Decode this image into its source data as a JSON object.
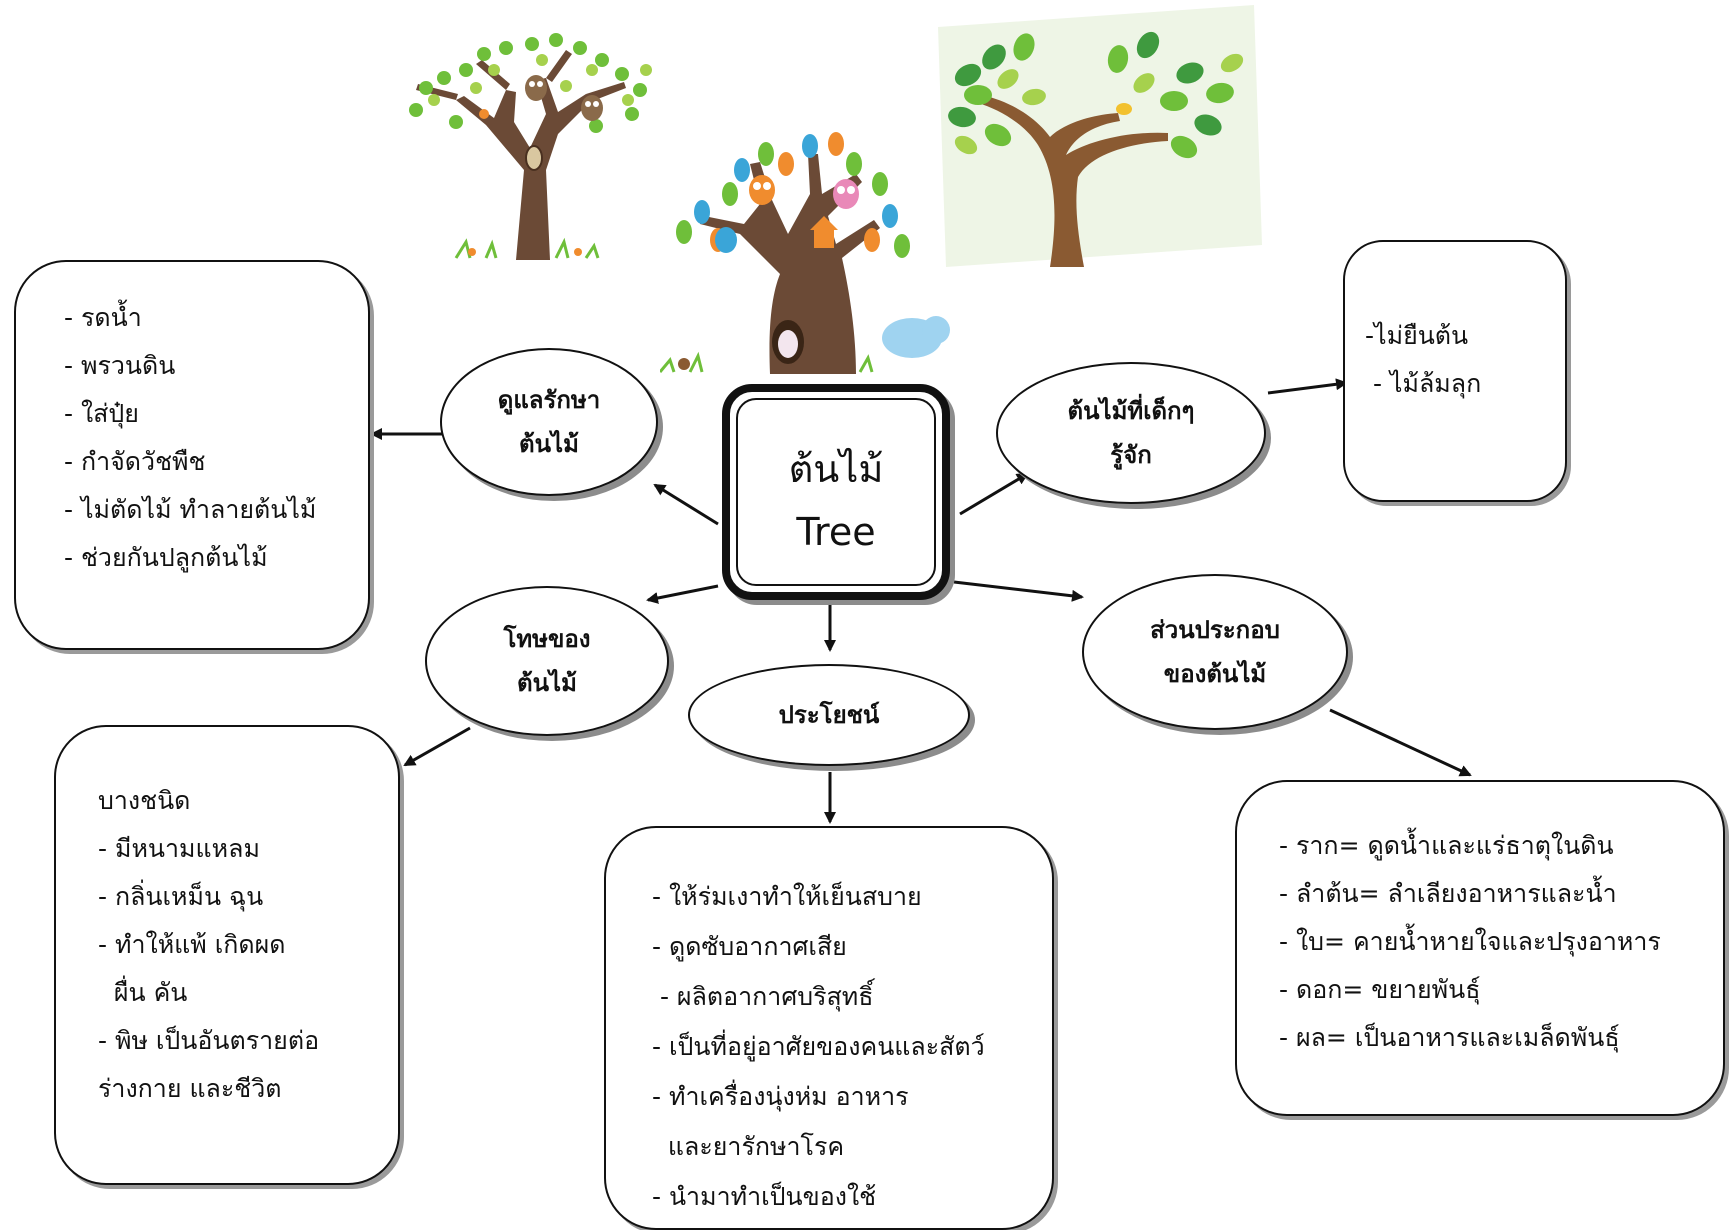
{
  "center": {
    "thai": "ต้นไม้",
    "english": "Tree"
  },
  "topics": {
    "care": {
      "line1": "ดูแลรักษา",
      "line2": "ต้นไม้"
    },
    "known": {
      "line1": "ต้นไม้ที่เด็กๆ",
      "line2": "รู้จัก"
    },
    "harm": {
      "line1": "โทษของ",
      "line2": "ต้นไม้"
    },
    "benefit": {
      "line1": "ประโยชน์"
    },
    "parts": {
      "line1": "ส่วนประกอบ",
      "line2": "ของต้นไม้"
    }
  },
  "boxes": {
    "care": [
      "- รดน้ำ",
      "- พรวนดิน",
      "- ใส่ปุ๋ย",
      "- กำจัดวัชพืช",
      "- ไม่ตัดไม้ ทำลายต้นไม้",
      "- ช่วยกันปลูกต้นไม้"
    ],
    "known": [
      "-ไม่ยืนต้น",
      " - ไม้ล้มลุก"
    ],
    "harm": [
      "บางชนิด",
      "- มีหนามแหลม",
      "- กลิ่นเหม็น ฉุน",
      "- ทำให้แพ้ เกิดผด",
      "  ผื่น คัน",
      "- พิษ เป็นอันตรายต่อ",
      "ร่างกาย และชีวิต"
    ],
    "benefit": [
      "- ให้ร่มเงาทำให้เย็นสบาย",
      "- ดูดซับอากาศเสีย",
      " - ผลิตอากาศบริสุทธิ์",
      "- เป็นที่อยู่อาศัยของคนและสัตว์",
      "- ทำเครื่องนุ่งห่ม อาหาร",
      "  และยารักษาโรค",
      "- นำมาทำเป็นของใช้"
    ],
    "parts": [
      "- ราก= ดูดน้ำและแร่ธาตุในดิน",
      "- ลำต้น= ลำเลียงอาหารและน้ำ",
      "- ใบ= คายน้ำหายใจและปรุงอาหาร",
      "- ดอก= ขยายพันธุ์",
      "- ผล= เป็นอาหารและเมล็ดพันธุ์"
    ]
  },
  "illustrations": [
    "tree-with-owls-illustration",
    "tree-with-animals-illustration",
    "green-tree-illustration"
  ],
  "colors": {
    "line": "#111111",
    "shadow": "#8c8c8c",
    "trunk": "#6b4a36",
    "trunk_light": "#8a5a32",
    "leaf_green": "#6fbf3a",
    "leaf_light": "#a6d14d",
    "leaf_dark": "#3f9a3f",
    "leaf_blue": "#3aa5d8",
    "leaf_orange": "#f08c2e",
    "panel_bg": "#eef5e6"
  }
}
